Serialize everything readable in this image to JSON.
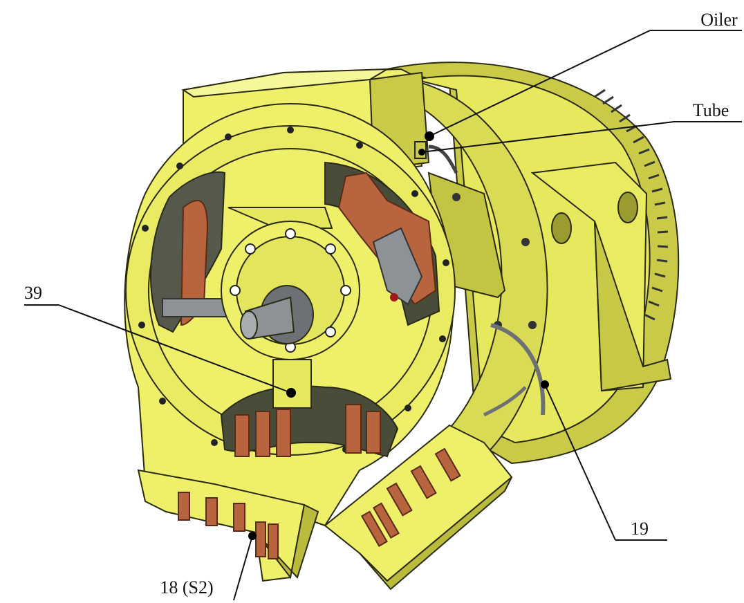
{
  "callouts": {
    "oiler": "Oiler",
    "tube": "Tube",
    "part_39": "39",
    "part_19": "19",
    "part_18": "18 (S2)"
  },
  "colors": {
    "housing": "#eef06a",
    "housing_shadow": "#b9bb3c",
    "housing_dark": "#8d8f2a",
    "copper": "#b8653f",
    "steel": "#8d9297",
    "interior": "#4a4c3a"
  }
}
